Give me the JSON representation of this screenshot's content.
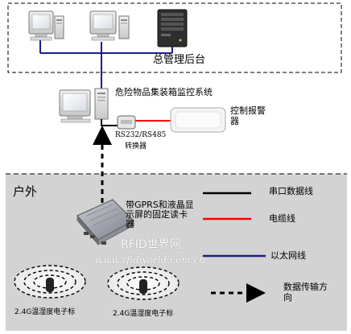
{
  "labels": {
    "management_backend": "总管理后台",
    "monitoring_system": "危险物品集装箱监控系统",
    "alarm_controller": "控制报警\n器",
    "converter_model": "RS232/RS485",
    "converter_name": "转换器",
    "outdoor": "户外",
    "reader": "带GPRS和液晶显\n示屏的固定读卡\n器",
    "tag_left": "2.4G温湿度电子标",
    "tag_right": "2.4G温湿度电子标"
  },
  "legend": [
    {
      "label": "串口数据线",
      "style": "solid",
      "color": "#000000"
    },
    {
      "label": "电缆线",
      "style": "solid",
      "color": "#ff0000"
    },
    {
      "label": "以太网线",
      "style": "solid",
      "color": "#1c1c8c"
    },
    {
      "label": "数据传输方\n向",
      "style": "dashed-arrow",
      "color": "#000000"
    }
  ],
  "watermark": {
    "line1": "RFID世界网",
    "line2": "www.rfidworld.com.cn"
  },
  "colors": {
    "ethernet": "#1c1c8c",
    "cable": "#ff0000",
    "serial": "#000000",
    "outdoor_bg": "#d3d3d3",
    "reader_body": "#a8aab2"
  }
}
